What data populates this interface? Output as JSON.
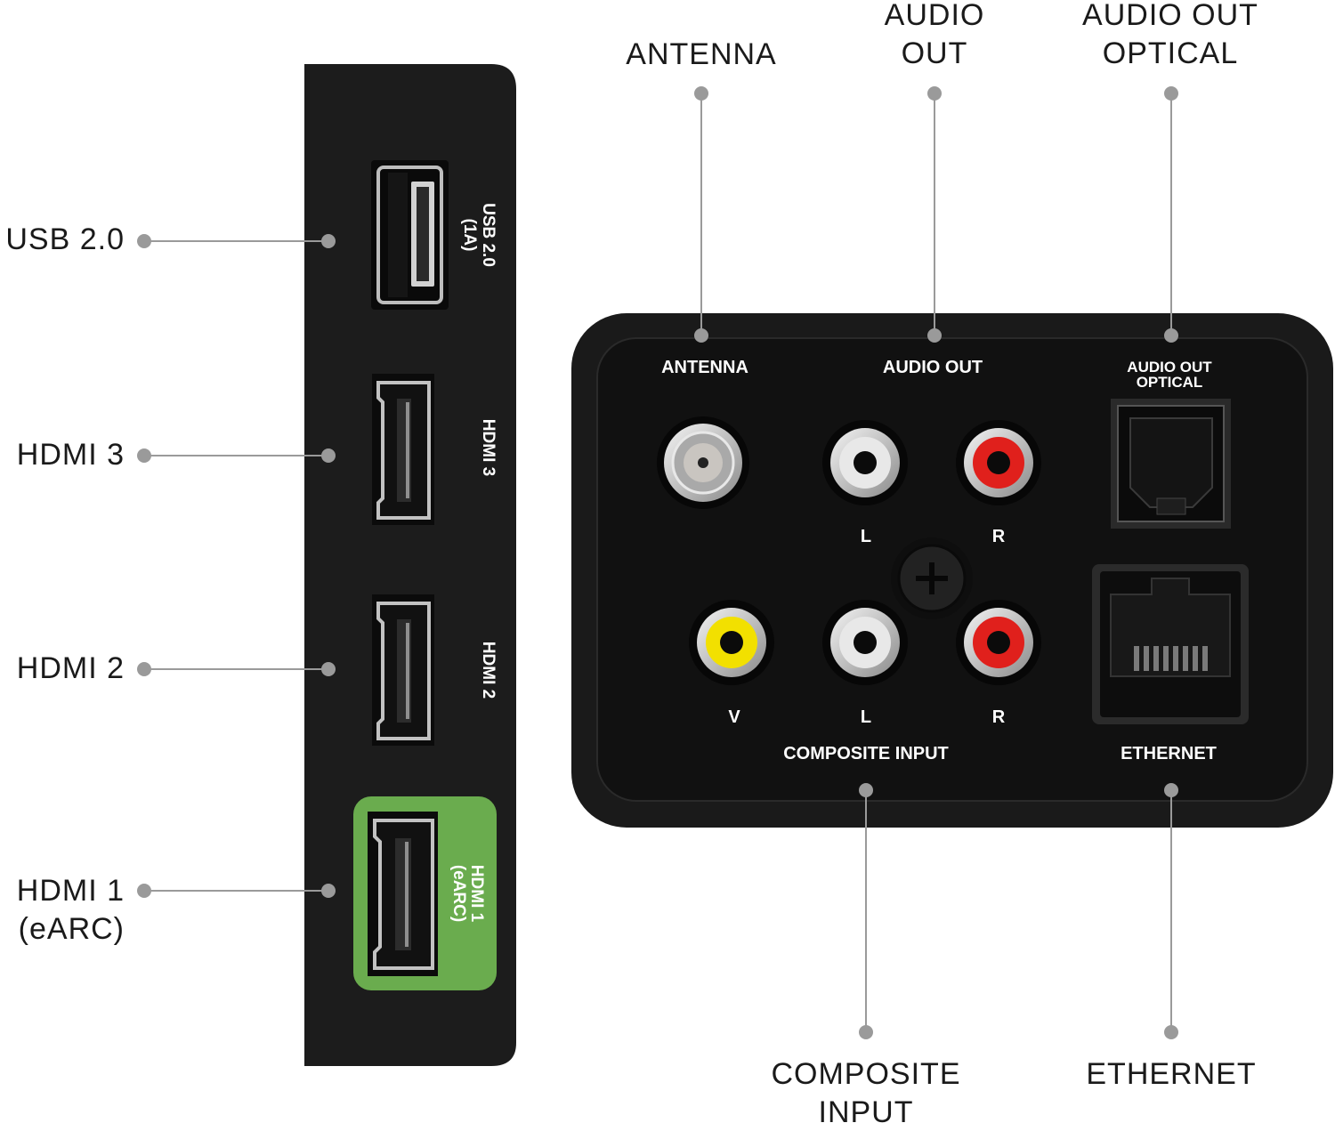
{
  "callouts": {
    "usb": "USB 2.0",
    "hdmi3": "HDMI 3",
    "hdmi2": "HDMI 2",
    "hdmi1_line1": "HDMI 1",
    "hdmi1_line2": "(eARC)",
    "antenna": "ANTENNA",
    "audio_out_line1": "AUDIO",
    "audio_out_line2": "OUT",
    "optical_line1": "AUDIO OUT",
    "optical_line2": "OPTICAL",
    "composite_line1": "COMPOSITE",
    "composite_line2": "INPUT",
    "ethernet": "ETHERNET"
  },
  "side_panel": {
    "usb_line1": "USB 2.0",
    "usb_line2": "(1A)",
    "hdmi3": "HDMI 3",
    "hdmi2": "HDMI 2",
    "hdmi1_line1": "HDMI 1",
    "hdmi1_line2": "(eARC)"
  },
  "rear_panel": {
    "antenna": "ANTENNA",
    "audio_out": "AUDIO OUT",
    "optical_line1": "AUDIO OUT",
    "optical_line2": "OPTICAL",
    "left_top": "L",
    "right_top": "R",
    "video": "V",
    "left_bottom": "L",
    "right_bottom": "R",
    "composite": "COMPOSITE INPUT",
    "ethernet": "ETHERNET"
  },
  "colors": {
    "panel": "#1c1c1c",
    "earc_highlight": "#6aac4e",
    "video_jack": "#f2e000",
    "audio_left_jack": "#e8e8e8",
    "audio_right_jack": "#e0201c",
    "leader_line": "#9a9a9a"
  }
}
